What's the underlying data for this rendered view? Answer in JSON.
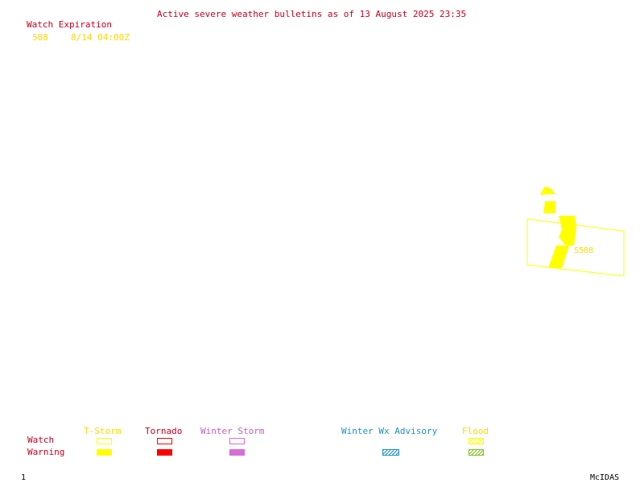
{
  "header": {
    "title": "Active severe weather bulletins as of 13 August 2025 23:35"
  },
  "watch_expiration": {
    "title": "Watch Expiration",
    "watches": [
      {
        "number": "588",
        "expires": "8/14 04:00Z"
      }
    ]
  },
  "map": {
    "watch_label": "S588"
  },
  "legend": {
    "row_watch": "Watch",
    "row_warning": "Warning",
    "categories": [
      {
        "name": "T-Storm",
        "color": "#ffff00",
        "label_color": "#ffd700"
      },
      {
        "name": "Tornado",
        "color": "#ff0000",
        "label_color": "#c8001e"
      },
      {
        "name": "Winter Storm",
        "color": "#d86ed8",
        "label_color": "#c060c0"
      },
      {
        "name": "Winter Wx Advisory",
        "color": "#1e90c8",
        "label_color": "#1e90c8"
      },
      {
        "name": "Flood",
        "color": "#80c020",
        "label_color": "#ffd700"
      }
    ]
  },
  "footer": {
    "frame": "1",
    "brand": "McIDAS"
  }
}
